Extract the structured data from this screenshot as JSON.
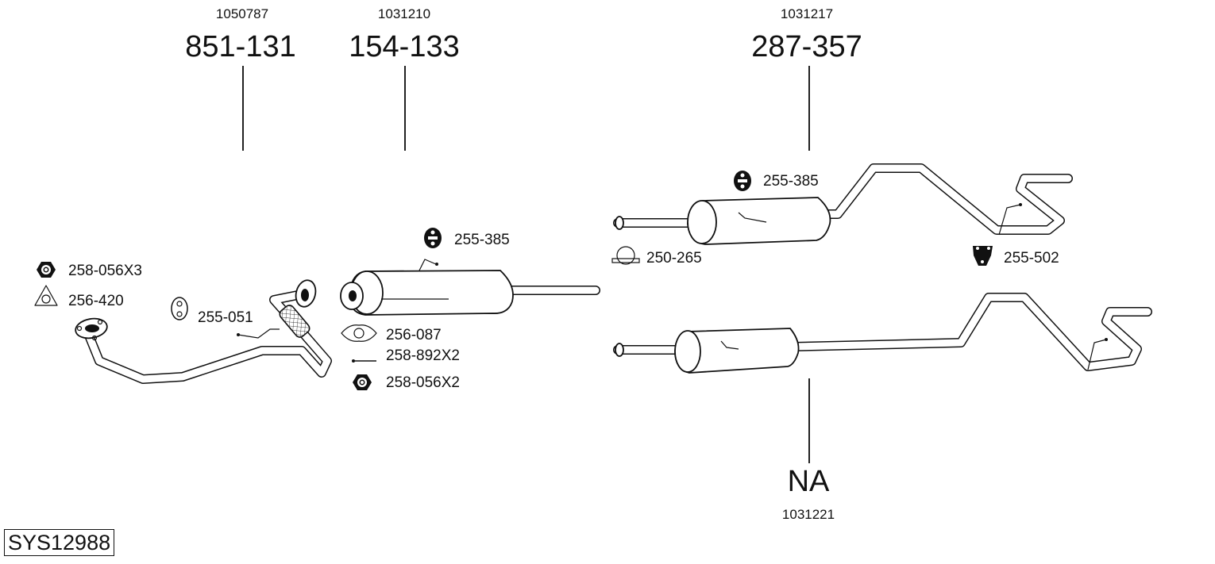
{
  "diagram": {
    "system_id": "SYS12988",
    "parts": [
      {
        "code": "1050787",
        "part_number": "851-131",
        "name": "front-pipe"
      },
      {
        "code": "1031210",
        "part_number": "154-133",
        "name": "front-silencer"
      },
      {
        "code": "1031217",
        "part_number": "287-357",
        "name": "rear-silencer"
      },
      {
        "code": "1031221",
        "part_number": "NA",
        "name": "rear-silencer-alt"
      }
    ],
    "accessories": [
      {
        "part_number": "258-056X3",
        "icon": "hex-nut-icon"
      },
      {
        "part_number": "256-420",
        "icon": "gasket-three-hole-icon"
      },
      {
        "part_number": "255-051",
        "icon": "rubber-hanger-icon"
      },
      {
        "part_number": "255-385",
        "icon": "rubber-hanger-icon"
      },
      {
        "part_number": "256-087",
        "icon": "gasket-two-hole-icon"
      },
      {
        "part_number": "258-892X2",
        "icon": "bolt-icon"
      },
      {
        "part_number": "258-056X2",
        "icon": "hex-nut-icon"
      },
      {
        "part_number": "255-385",
        "icon": "rubber-hanger-icon"
      },
      {
        "part_number": "250-265",
        "icon": "clamp-icon"
      },
      {
        "part_number": "255-502",
        "icon": "bracket-hanger-icon"
      }
    ]
  }
}
